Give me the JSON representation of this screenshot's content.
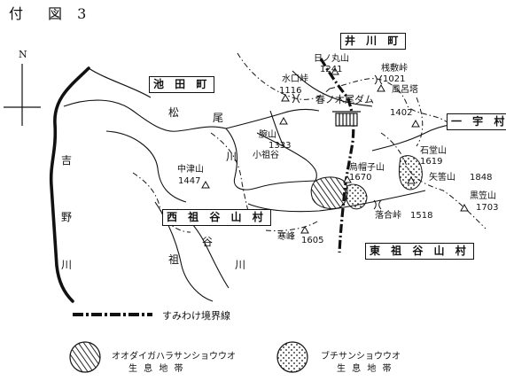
{
  "figure": {
    "title": "付　図 3"
  },
  "compass": {
    "north": "N"
  },
  "regions": [
    {
      "id": "ikeda",
      "label": "池 田 町"
    },
    {
      "id": "ikawa",
      "label": "井 川 町"
    },
    {
      "id": "ichiu",
      "label": "一 宇 村"
    },
    {
      "id": "nishiiya",
      "label": "西 祖 谷 山 村"
    },
    {
      "id": "higashiiya",
      "label": "東 祖 谷 山 村"
    }
  ],
  "rivers": {
    "yoshino": [
      "吉",
      "野",
      "川"
    ],
    "matsuo": [
      "松",
      "尾",
      "川"
    ],
    "iya": [
      "祖",
      "谷",
      "川"
    ]
  },
  "peaks": [
    {
      "id": "hinomaru",
      "name": "日ノ丸山",
      "elevation": "1241"
    },
    {
      "id": "mizukuchi",
      "name": "水口峠",
      "elevation": "1116"
    },
    {
      "id": "sajiki",
      "name": "桟敷峠",
      "elevation": "1021"
    },
    {
      "id": "fuyu",
      "name": "風呂塔",
      "elevation": "1402"
    },
    {
      "id": "ishido",
      "name": "石堂山",
      "elevation": "1619"
    },
    {
      "id": "yahazu",
      "name": "矢筈山",
      "elevation": "1848"
    },
    {
      "id": "kurokasa",
      "name": "黒笠山",
      "elevation": "1703"
    },
    {
      "id": "eboshi",
      "name": "烏帽子山",
      "elevation": "1670"
    },
    {
      "id": "ochiai",
      "name": "落合峠",
      "elevation": "1518"
    },
    {
      "id": "wan",
      "name": "腕山",
      "elevation": "1333"
    },
    {
      "id": "chugoku",
      "name": "中津山",
      "elevation": "1447"
    },
    {
      "id": "kanbo",
      "name": "寒峰",
      "elevation": "1605"
    }
  ],
  "places": {
    "dam": "春ノ木尾ダム",
    "koiya": "小祖谷"
  },
  "legend": {
    "boundary": "すみわけ境界線",
    "hatched_line1": "オオダイガハラサンショウウオ",
    "hatched_line2": "生 息 地 帯",
    "dotted_line1": "ブチサンショウウオ",
    "dotted_line2": "生 息 地 帯"
  }
}
